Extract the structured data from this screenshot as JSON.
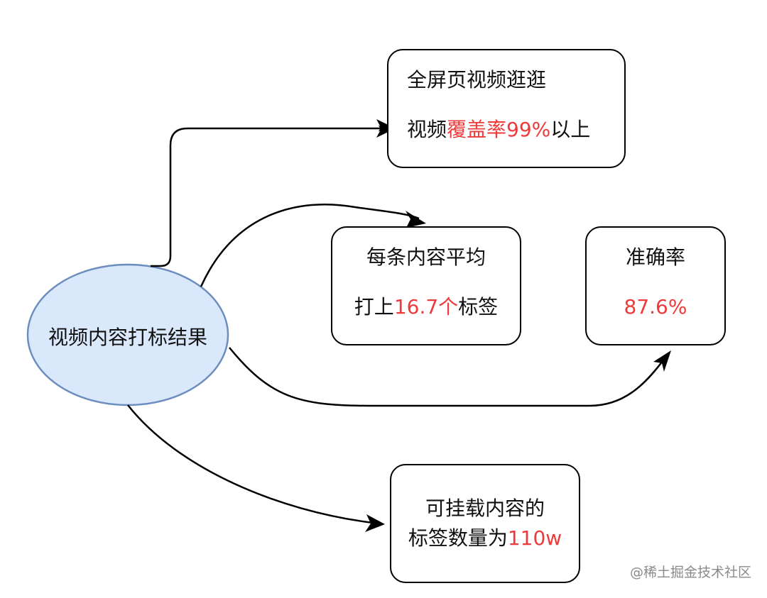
{
  "diagram": {
    "center_node": {
      "label": "视频内容打标结果",
      "fill": "#dae8fc",
      "stroke": "#6c8ebf"
    },
    "boxes": {
      "fullscreen": {
        "line1": "全屏页视频逛逛",
        "line2_prefix": "视频",
        "line2_highlight": "覆盖率99%",
        "line2_suffix": "以上"
      },
      "avg_tags": {
        "line1": "每条内容平均",
        "line2_prefix": "打上",
        "line2_highlight": "16.7个",
        "line2_suffix": "标签"
      },
      "accuracy": {
        "line1": "准确率",
        "line2_highlight": "87.6%"
      },
      "mountable": {
        "line1": "可挂载内容的",
        "line2_prefix": "标签数量为",
        "line2_highlight": "110w"
      }
    },
    "highlight_color": "#ee3a3a",
    "edge_color": "#000000"
  },
  "watermark": "@稀土掘金技术社区"
}
